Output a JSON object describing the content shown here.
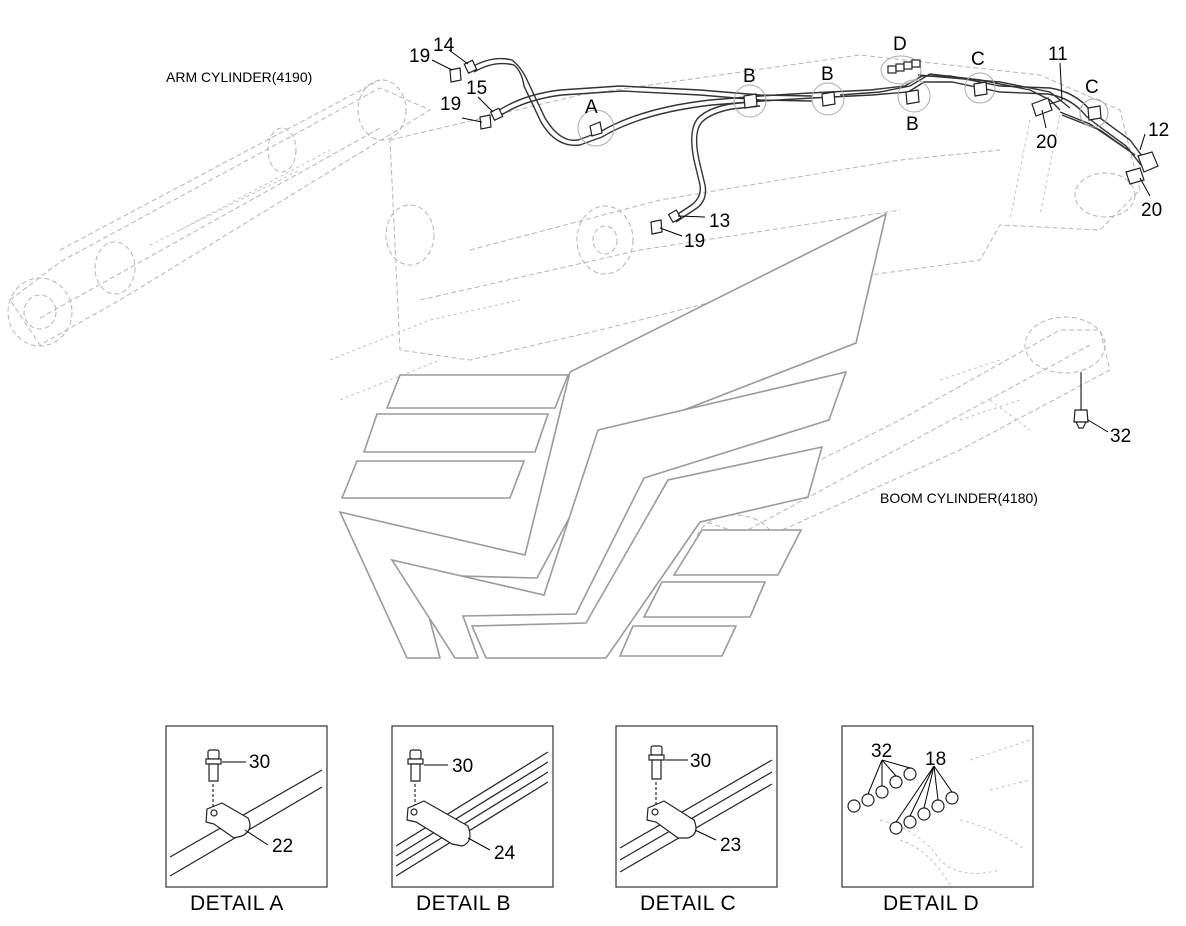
{
  "labels": {
    "arm_cylinder": "ARM CYLINDER(4190)",
    "boom_cylinder": "BOOM CYLINDER(4180)"
  },
  "callouts": {
    "c11": "11",
    "c12": "12",
    "c13": "13",
    "c14": "14",
    "c15": "15",
    "c19a": "19",
    "c19b": "19",
    "c19c": "19",
    "c20a": "20",
    "c20b": "20",
    "c32": "32",
    "detail_letters": [
      "A",
      "B",
      "B",
      "B",
      "C",
      "C",
      "D"
    ]
  },
  "details": [
    {
      "title": "DETAIL  A",
      "bolt": "30",
      "clamp": "22"
    },
    {
      "title": "DETAIL  B",
      "bolt": "30",
      "clamp": "24"
    },
    {
      "title": "DETAIL  C",
      "bolt": "30",
      "clamp": "23"
    },
    {
      "title": "DETAIL  D",
      "nipple": "32",
      "fitting": "18"
    }
  ],
  "colors": {
    "line": "#333333",
    "phantom": "#b4b4b4",
    "logo_outline": "#9a9a9a"
  }
}
